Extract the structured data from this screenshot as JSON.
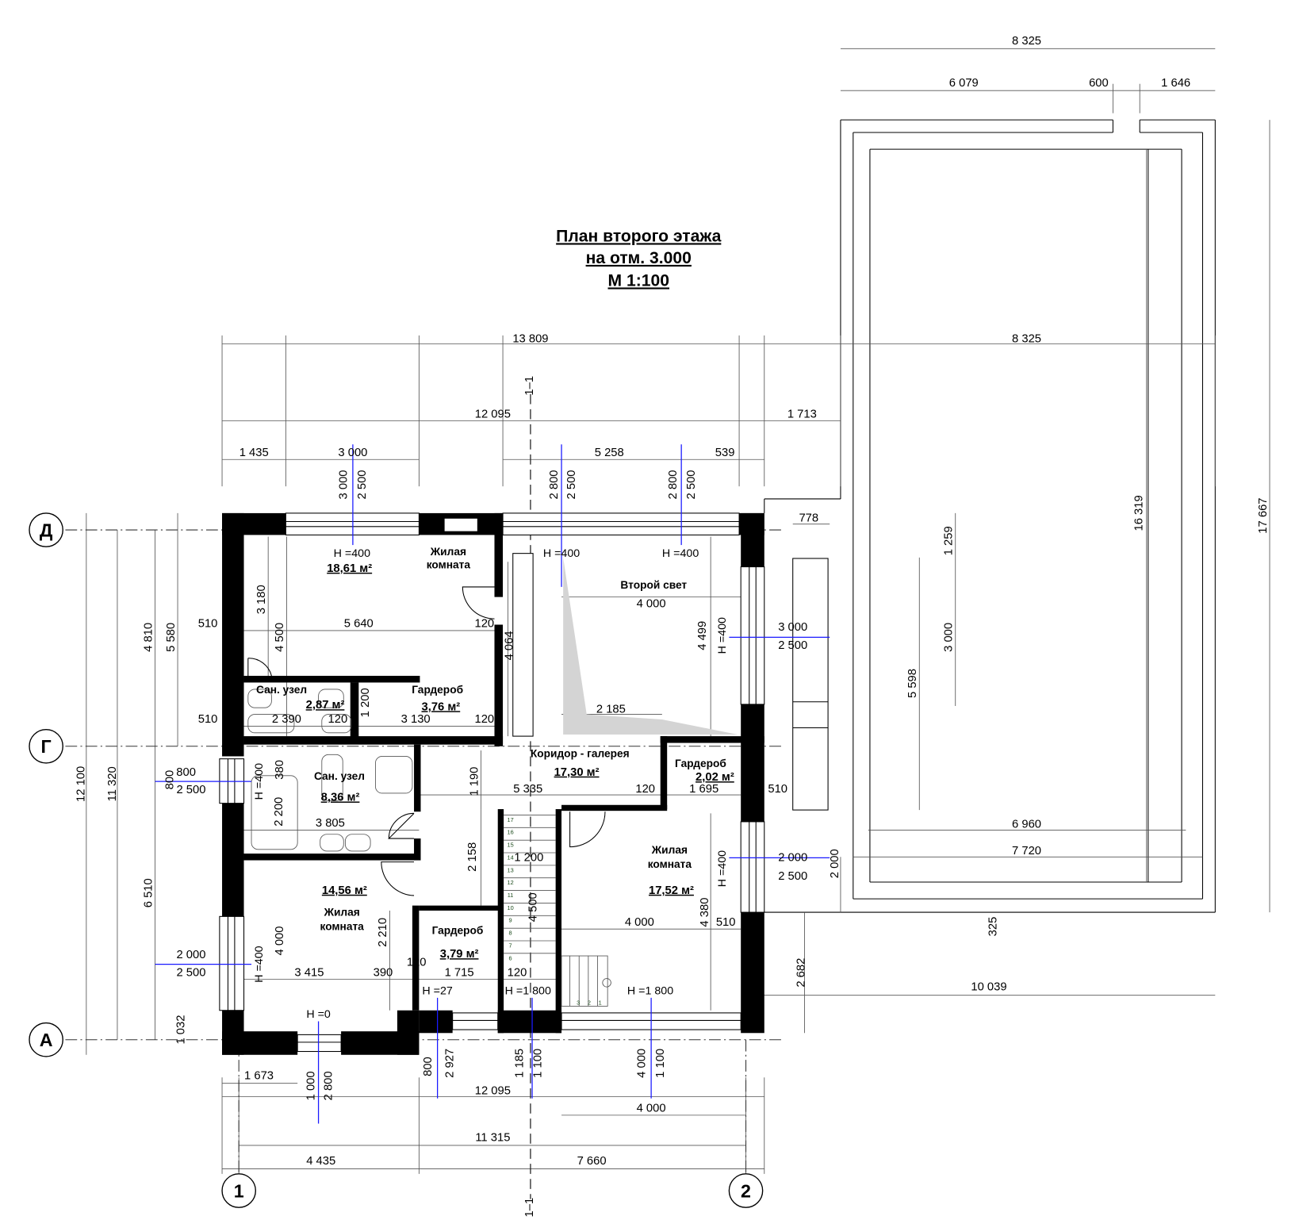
{
  "title": [
    "План второго этажа",
    "на отм. 3.000",
    "М 1:100"
  ],
  "axes": {
    "D": "Д",
    "G": "Г",
    "A": "А",
    "one": "1",
    "two": "2"
  },
  "section_mark": "1–1",
  "rooms": [
    {
      "name": [
        "Жилая",
        "комната"
      ],
      "area": "18,61 м²"
    },
    {
      "name": [
        "Второй свет"
      ]
    },
    {
      "name": [
        "Сан. узел"
      ],
      "area": "2,87 м²"
    },
    {
      "name": [
        "Гардероб"
      ],
      "area": "3,76 м²"
    },
    {
      "name": [
        "Коридор - галерея"
      ],
      "area": "17,30 м²"
    },
    {
      "name": [
        "Гардероб"
      ],
      "area": "2,02 м²"
    },
    {
      "name": [
        "Сан. узел"
      ],
      "area": "8,36 м²"
    },
    {
      "name": [
        "Жилая",
        "комната"
      ],
      "area": "14,56 м²"
    },
    {
      "name": [
        "Гардероб"
      ],
      "area": "3,79 м²"
    },
    {
      "name": [
        "Жилая",
        "комната"
      ],
      "area": "17,52 м²"
    }
  ],
  "heights": [
    "H =400",
    "H =400",
    "H =400",
    "H =400",
    "H =400",
    "H =400",
    "H =400",
    "H =0",
    "H =27",
    "H =1 800",
    "H =1 800"
  ],
  "stair_steps": [
    "17",
    "16",
    "15",
    "14",
    "13",
    "12",
    "11",
    "10",
    "9",
    "8",
    "7",
    "6"
  ],
  "stair_steps_lower": [
    "3",
    "2",
    "1"
  ],
  "dims": [
    "8 325",
    "6 079",
    "600",
    "1 646",
    "13 809",
    "8 325",
    "12 095",
    "1 713",
    "1 435",
    "3 000",
    "5 258",
    "539",
    "3 000",
    "2 500",
    "2 800",
    "2 500",
    "2 800",
    "2 500",
    "510",
    "3 180",
    "5 640",
    "120",
    "4 500",
    "4 064",
    "4 000",
    "2 185",
    "4 499",
    "510",
    "2 390",
    "120",
    "1 200",
    "3 130",
    "120",
    "800",
    "800",
    "2 500",
    "380",
    "2 200",
    "3 805",
    "1 190",
    "5 335",
    "120",
    "1 695",
    "510",
    "2 158",
    "1 200",
    "4 500",
    "4 380",
    "4 000",
    "510",
    "2 210",
    "4 000",
    "3 415",
    "390",
    "120",
    "1 715",
    "120",
    "2 000",
    "2 500",
    "1 032",
    "778",
    "3 000",
    "2 500",
    "2 000",
    "2 500",
    "2 000",
    "2 682",
    "10 039",
    "325",
    "16 319",
    "17 667",
    "1 259",
    "3 000",
    "5 598",
    "6 960",
    "7 720",
    "12 100",
    "11 320",
    "4 810",
    "5 580",
    "6 510",
    "1 673",
    "1 000",
    "2 800",
    "800",
    "2 927",
    "1 185",
    "1 100",
    "4 000",
    "1 100",
    "12 095",
    "4 000",
    "11 315",
    "4 435",
    "7 660"
  ]
}
